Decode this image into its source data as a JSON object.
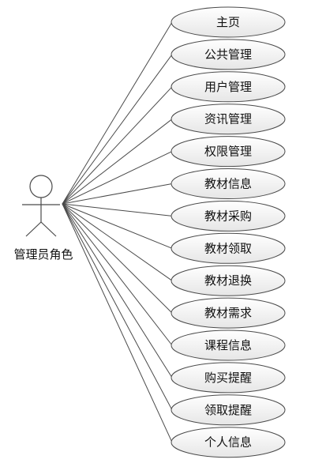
{
  "actor": {
    "label": "管理员角色"
  },
  "use_cases": [
    {
      "label": "主页"
    },
    {
      "label": "公共管理"
    },
    {
      "label": "用户管理"
    },
    {
      "label": "资讯管理"
    },
    {
      "label": "权限管理"
    },
    {
      "label": "教材信息"
    },
    {
      "label": "教材采购"
    },
    {
      "label": "教材领取"
    },
    {
      "label": "教材退换"
    },
    {
      "label": "教材需求"
    },
    {
      "label": "课程信息"
    },
    {
      "label": "购买提醒"
    },
    {
      "label": "领取提醒"
    },
    {
      "label": "个人信息"
    }
  ],
  "colors": {
    "line": "#4a4a4a",
    "ellipse_fill_top": "#ffffff",
    "ellipse_fill_bottom": "#e9e9e9"
  }
}
